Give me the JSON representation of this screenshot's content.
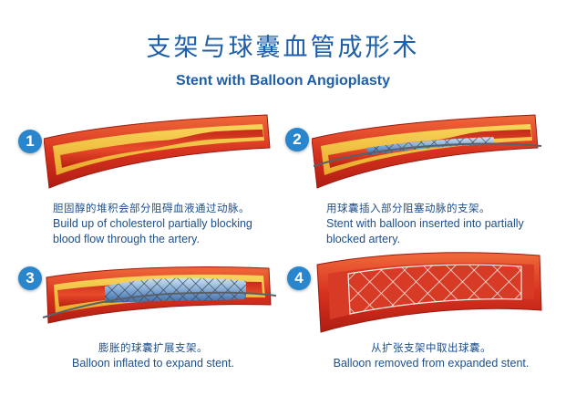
{
  "title_cn": "支架与球囊血管成形术",
  "title_en": "Stent with Balloon Angioplasty",
  "colors": {
    "accent_blue": "#1f5ea8",
    "step_badge": "#2a86cc",
    "artery_red": "#d8321f",
    "plaque_yellow": "#f2c13a",
    "stent_grey": "#7d8590"
  },
  "steps": [
    {
      "number": "1",
      "caption_cn": "胆固醇的堆积会部分阻碍血液通过动脉。",
      "caption_en_1": "Build up of cholesterol partially blocking",
      "caption_en_2": "blood flow through the artery."
    },
    {
      "number": "2",
      "caption_cn": "用球囊插入部分阻塞动脉的支架。",
      "caption_en_1": "Stent with balloon inserted into partially",
      "caption_en_2": "blocked artery."
    },
    {
      "number": "3",
      "caption_cn": "膨胀的球囊扩展支架。",
      "caption_en_1": "Balloon inflated to expand stent."
    },
    {
      "number": "4",
      "caption_cn": "从扩张支架中取出球囊。",
      "caption_en_1": "Balloon removed from expanded stent."
    }
  ]
}
